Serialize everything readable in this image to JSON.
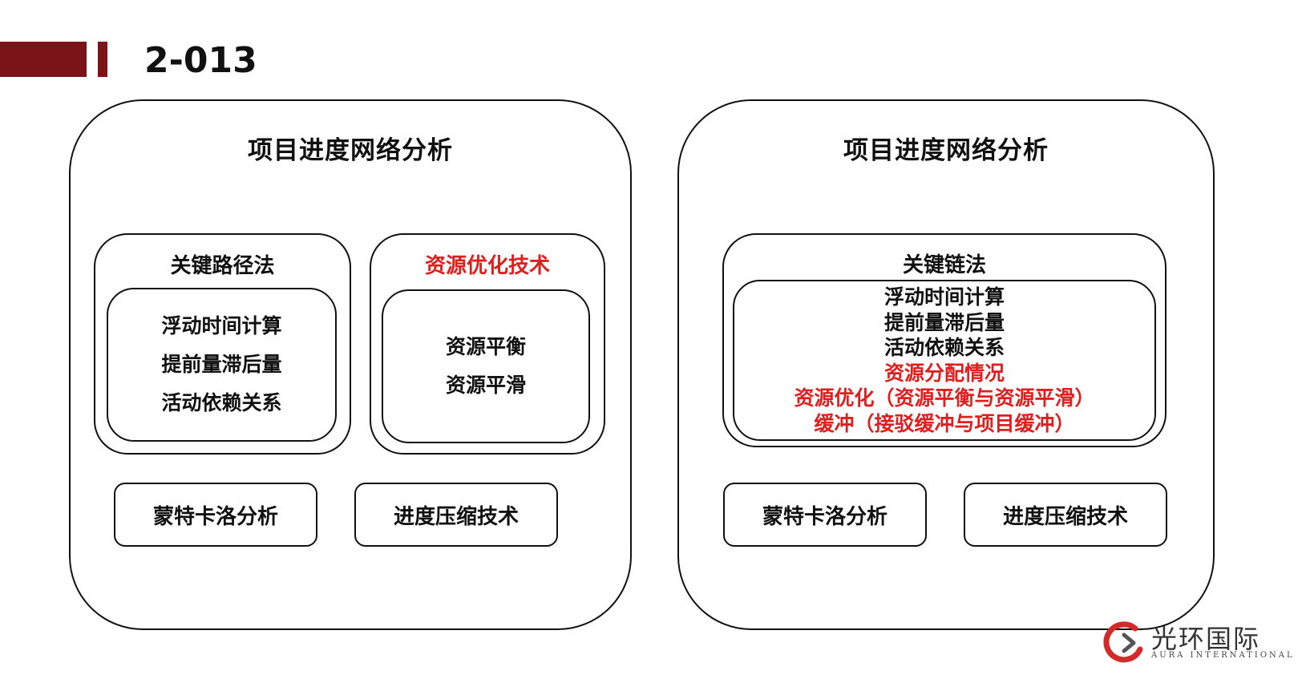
{
  "slide": {
    "title": "2-013"
  },
  "left_panel": {
    "title": "项目进度网络分析",
    "cpm": {
      "title": "关键路径法",
      "items": [
        "浮动时间计算",
        "提前量滞后量",
        "活动依赖关系"
      ]
    },
    "resource_opt": {
      "title": "资源优化技术",
      "items": [
        "资源平衡",
        "资源平滑"
      ]
    },
    "buttons": {
      "monte_carlo": "蒙特卡洛分析",
      "compression": "进度压缩技术"
    }
  },
  "right_panel": {
    "title": "项目进度网络分析",
    "ccm": {
      "title": "关键链法",
      "items": [
        "浮动时间计算",
        "提前量滞后量",
        "活动依赖关系"
      ],
      "red_items": [
        "资源分配情况",
        "资源优化（资源平衡与资源平滑）",
        "缓冲（接驳缓冲与项目缓冲）"
      ]
    },
    "buttons": {
      "monte_carlo": "蒙特卡洛分析",
      "compression": "进度压缩技术"
    }
  },
  "logo": {
    "name_cn": "光环国际",
    "name_en": "AURA INTERNATIONAL"
  },
  "colors": {
    "accent_bar": "#7a1418",
    "highlight_red": "#e01e1e",
    "logo_red": "#d42a2a"
  }
}
